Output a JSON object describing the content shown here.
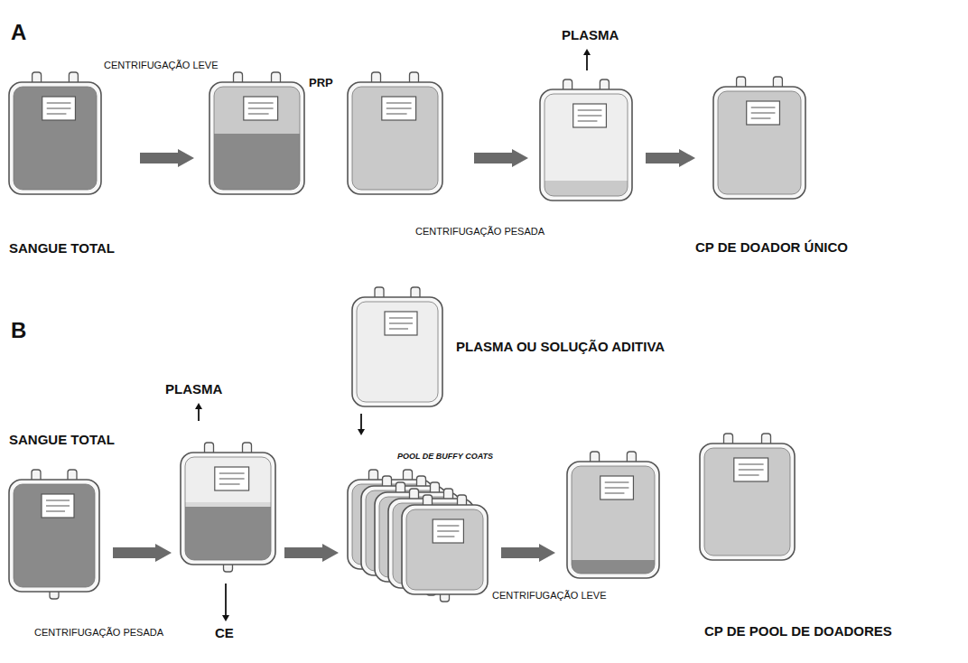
{
  "diagram": {
    "labels": [
      "A",
      "CENTRIFUGAÇÃO LEVE",
      "PRP",
      "PLASMA",
      "SANGUE TOTAL",
      "CENTRIFUGAÇÃO PESADA",
      "CP DE DOADOR ÚNICO",
      "B",
      "PLASMA OU SOLUÇÃO ADITIVA",
      "SANGUE TOTAL",
      "PLASMA",
      "POOL DE BUFFY COATS",
      "CENTRIFUGAÇÃO PESADA",
      "CE",
      "CENTRIFUGAÇÃO LEVE",
      "CP DE POOL DE DOADORES"
    ]
  }
}
